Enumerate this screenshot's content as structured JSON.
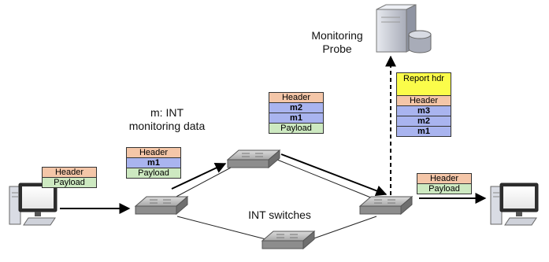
{
  "labels": {
    "probe": "Monitoring\nProbe",
    "legend": "m: INT\nmonitoring data",
    "switches": "INT switches"
  },
  "packets": {
    "p0": [
      {
        "text": "Header",
        "kind": "hdr"
      },
      {
        "text": "Payload",
        "kind": "pay"
      }
    ],
    "p1": [
      {
        "text": "Header",
        "kind": "hdr"
      },
      {
        "text": "m1",
        "kind": "m"
      },
      {
        "text": "Payload",
        "kind": "pay"
      }
    ],
    "p2": [
      {
        "text": "Header",
        "kind": "hdr"
      },
      {
        "text": "m2",
        "kind": "m"
      },
      {
        "text": "m1",
        "kind": "m"
      },
      {
        "text": "Payload",
        "kind": "pay"
      }
    ],
    "report": [
      {
        "text": "Report hdr",
        "kind": "rep"
      },
      {
        "text": "Header",
        "kind": "hdr"
      },
      {
        "text": "m3",
        "kind": "m"
      },
      {
        "text": "m2",
        "kind": "m"
      },
      {
        "text": "m1",
        "kind": "m"
      }
    ],
    "p3": [
      {
        "text": "Header",
        "kind": "hdr"
      },
      {
        "text": "Payload",
        "kind": "pay"
      }
    ]
  },
  "colors": {
    "header": "#f4c6a8",
    "payload": "#cde9c1",
    "metadata": "#a9b4ef",
    "report": "#fbfc4a"
  }
}
